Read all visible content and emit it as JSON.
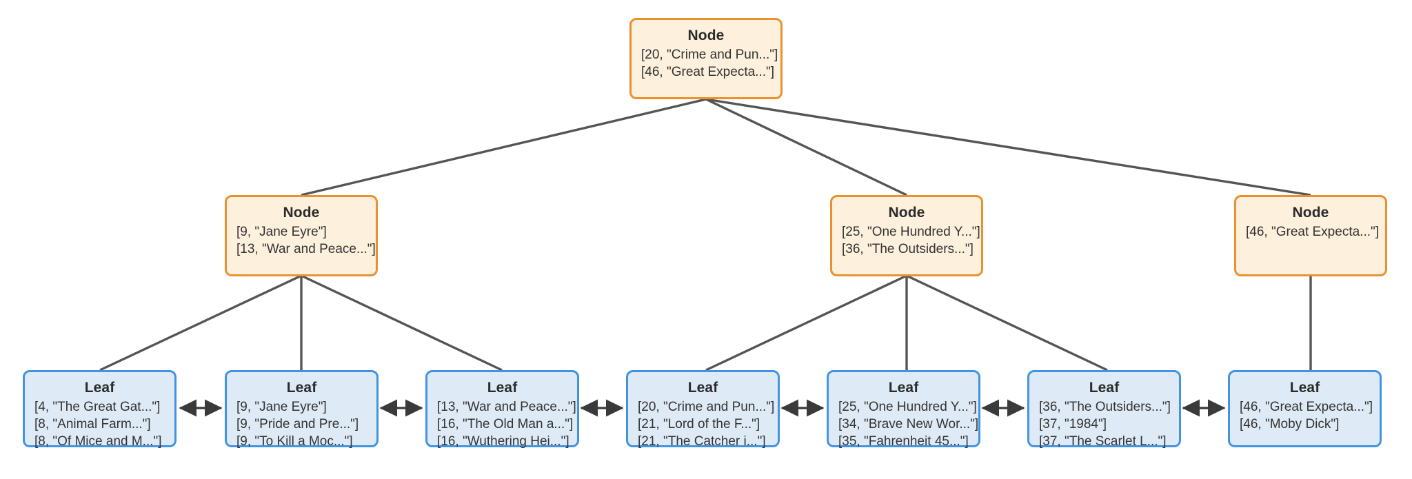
{
  "diagram": {
    "type": "b-plus-tree",
    "title": "",
    "colors": {
      "internal_border": "#E8912D",
      "internal_fill": "#FDF0DC",
      "leaf_border": "#4193E4",
      "leaf_fill": "#DEEBF7",
      "edge": "#555555",
      "background": "#FFFFFF",
      "text": "#333333"
    },
    "labels": {
      "internal": "Node",
      "leaf": "Leaf"
    },
    "levels": [
      {
        "level": 0,
        "nodes": [
          {
            "id": "root",
            "label": "Node",
            "kind": "internal",
            "entries": [
              "[20, \"Crime and Pun...\"]",
              "[46, \"Great Expecta...\"]"
            ]
          }
        ]
      },
      {
        "level": 1,
        "nodes": [
          {
            "id": "internal-1",
            "label": "Node",
            "kind": "internal",
            "entries": [
              "[9, \"Jane Eyre\"]",
              "[13, \"War and Peace...\"]"
            ]
          },
          {
            "id": "internal-2",
            "label": "Node",
            "kind": "internal",
            "entries": [
              "[25, \"One Hundred Y...\"]",
              "[36, \"The Outsiders...\"]"
            ]
          },
          {
            "id": "internal-3",
            "label": "Node",
            "kind": "internal",
            "entries": [
              "[46, \"Great Expecta...\"]"
            ]
          }
        ]
      },
      {
        "level": 2,
        "nodes": [
          {
            "id": "leaf-1",
            "label": "Leaf",
            "kind": "leaf",
            "entries": [
              "[4, \"The Great Gat...\"]",
              "[8, \"Animal Farm...\"]",
              "[8, \"Of Mice and M...\"]"
            ]
          },
          {
            "id": "leaf-2",
            "label": "Leaf",
            "kind": "leaf",
            "entries": [
              "[9, \"Jane Eyre\"]",
              "[9, \"Pride and Pre...\"]",
              "[9, \"To Kill a Moc...\"]"
            ]
          },
          {
            "id": "leaf-3",
            "label": "Leaf",
            "kind": "leaf",
            "entries": [
              "[13, \"War and Peace...\"]",
              "[16, \"The Old Man a...\"]",
              "[16, \"Wuthering Hei...\"]"
            ]
          },
          {
            "id": "leaf-4",
            "label": "Leaf",
            "kind": "leaf",
            "entries": [
              "[20, \"Crime and Pun...\"]",
              "[21, \"Lord of the F...\"]",
              "[21, \"The Catcher i...\"]"
            ]
          },
          {
            "id": "leaf-5",
            "label": "Leaf",
            "kind": "leaf",
            "entries": [
              "[25, \"One Hundred Y...\"]",
              "[34, \"Brave New Wor...\"]",
              "[35, \"Fahrenheit 45...\"]"
            ]
          },
          {
            "id": "leaf-6",
            "label": "Leaf",
            "kind": "leaf",
            "entries": [
              "[36, \"The Outsiders...\"]",
              "[37, \"1984\"]",
              "[37, \"The Scarlet L...\"]"
            ]
          },
          {
            "id": "leaf-7",
            "label": "Leaf",
            "kind": "leaf",
            "entries": [
              "[46, \"Great Expecta...\"]",
              "[46, \"Moby Dick\"]"
            ]
          }
        ]
      }
    ]
  }
}
